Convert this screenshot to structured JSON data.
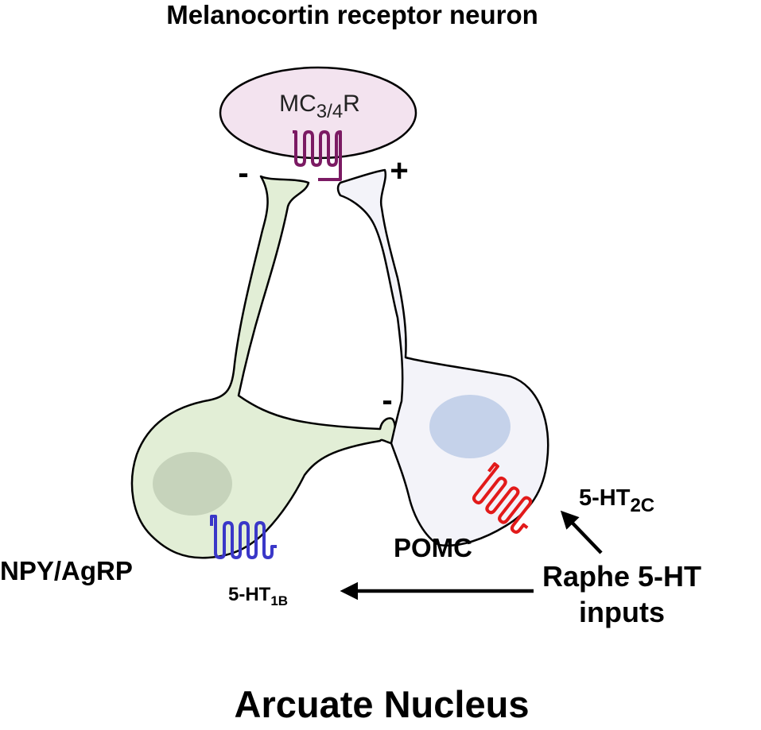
{
  "title": "Melanocortin receptor neuron",
  "footer": "Arcuate Nucleus",
  "receptors": {
    "mc": {
      "base": "MC",
      "sub": "3/4",
      "suffix": "R"
    },
    "ht2c": {
      "base": "5-HT",
      "sub": "2C"
    },
    "ht1b": {
      "base": "5-HT",
      "sub": "1B"
    }
  },
  "cells": {
    "npy": "NPY/AgRP",
    "pomc": "POMC"
  },
  "signs": {
    "npy_to_mc": "-",
    "pomc_to_mc": "+",
    "npy_to_pomc": "-"
  },
  "inputs": {
    "line1": "Raphe 5-HT",
    "line2": "inputs"
  },
  "colors": {
    "mc_cell_fill": "#f3e3ef",
    "npy_cell_fill": "#e2eed6",
    "npy_nucleus": "#c6d3bb",
    "pomc_cell_fill": "#f3f3f9",
    "pomc_nucleus": "#c5d2ea",
    "mc_receptor": "#7b1a63",
    "ht2c_receptor": "#e21a1a",
    "ht1b_receptor": "#3a37c8",
    "stroke": "#000000"
  }
}
